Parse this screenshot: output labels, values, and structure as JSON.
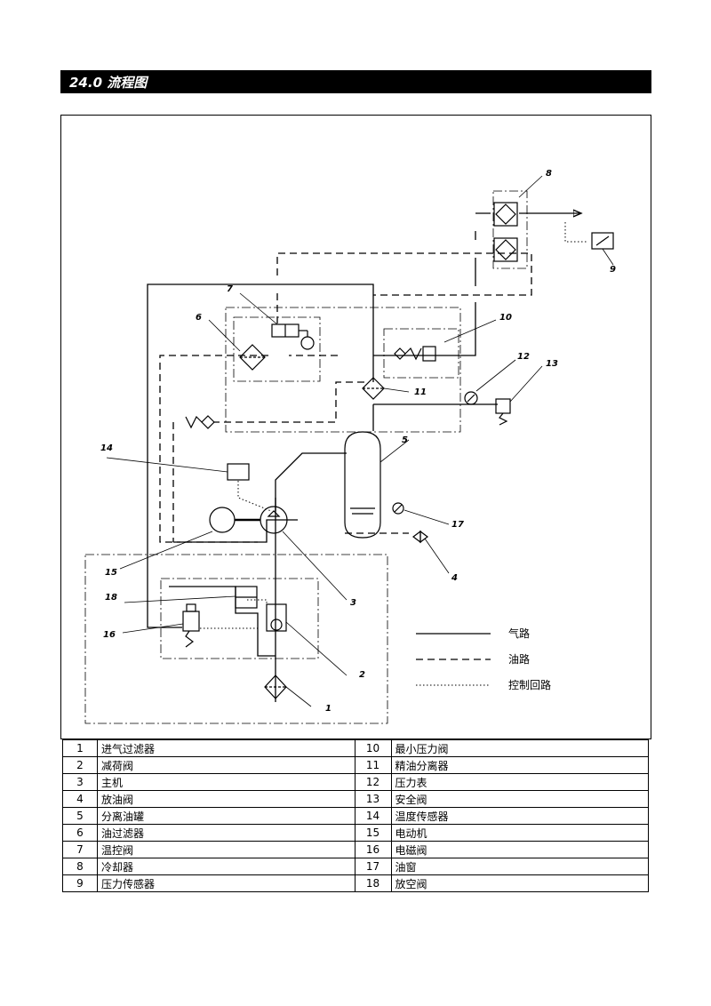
{
  "header": {
    "title": "24.0 流程图"
  },
  "legend": [
    {
      "key": "air",
      "label": "气路"
    },
    {
      "key": "oil",
      "label": "油路"
    },
    {
      "key": "control",
      "label": "控制回路"
    }
  ],
  "callouts": [
    "1",
    "2",
    "3",
    "4",
    "5",
    "6",
    "7",
    "8",
    "9",
    "10",
    "11",
    "12",
    "13",
    "14",
    "15",
    "16",
    "17",
    "18"
  ],
  "parts": [
    {
      "no": "1",
      "name": "进气过滤器"
    },
    {
      "no": "2",
      "name": "减荷阀"
    },
    {
      "no": "3",
      "name": "主机"
    },
    {
      "no": "4",
      "name": "放油阀"
    },
    {
      "no": "5",
      "name": "分离油罐"
    },
    {
      "no": "6",
      "name": "油过滤器"
    },
    {
      "no": "7",
      "name": "温控阀"
    },
    {
      "no": "8",
      "name": "冷却器"
    },
    {
      "no": "9",
      "name": "压力传感器"
    },
    {
      "no": "10",
      "name": "最小压力阀"
    },
    {
      "no": "11",
      "name": "精油分离器"
    },
    {
      "no": "12",
      "name": "压力表"
    },
    {
      "no": "13",
      "name": "安全阀"
    },
    {
      "no": "14",
      "name": "温度传感器"
    },
    {
      "no": "15",
      "name": "电动机"
    },
    {
      "no": "16",
      "name": "电磁阀"
    },
    {
      "no": "17",
      "name": "油窗"
    },
    {
      "no": "18",
      "name": "放空阀"
    }
  ]
}
